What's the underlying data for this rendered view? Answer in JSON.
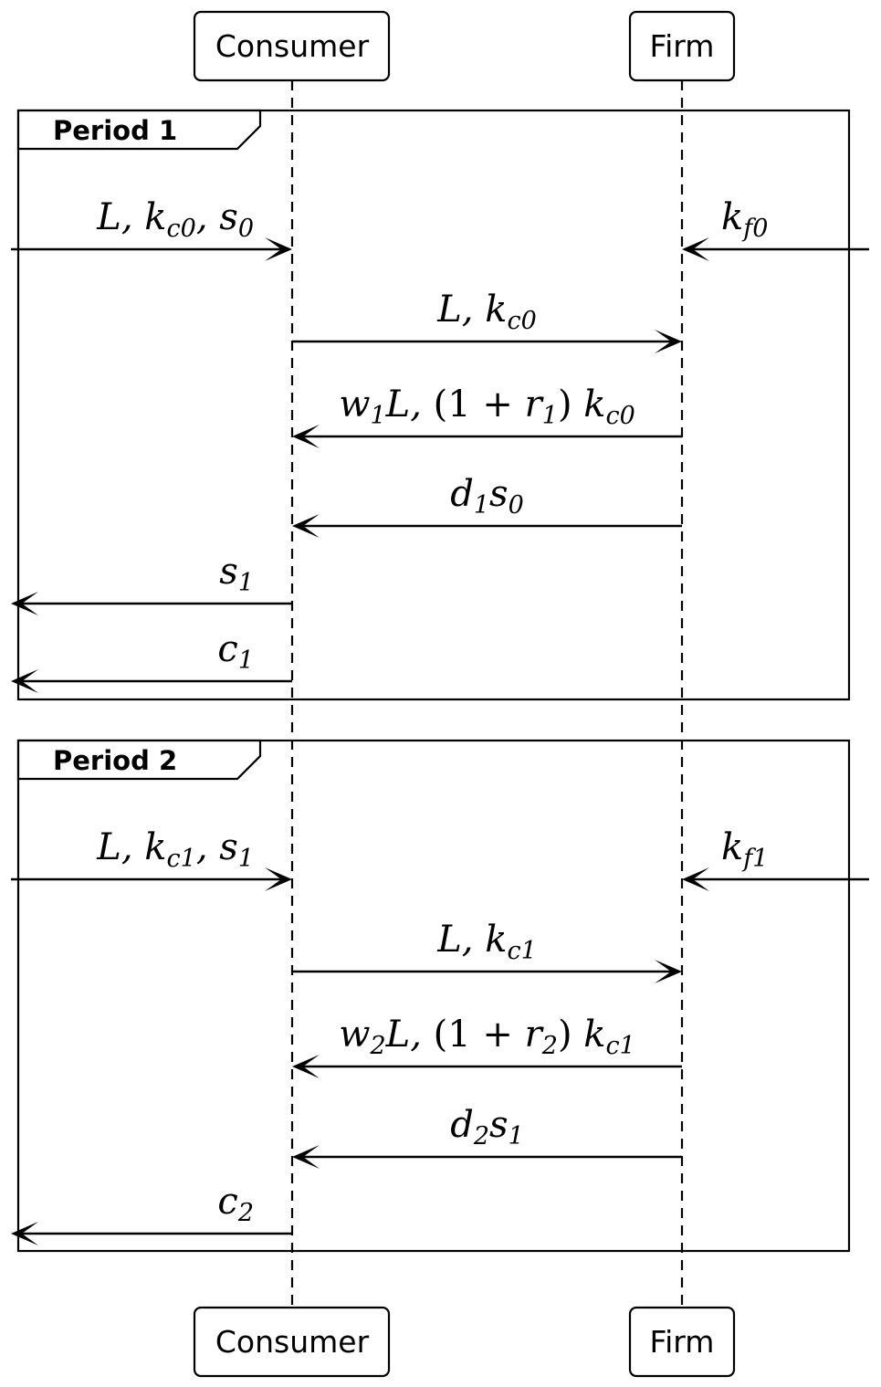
{
  "actors": [
    {
      "id": "consumer",
      "name": "Consumer"
    },
    {
      "id": "firm",
      "name": "Firm"
    }
  ],
  "periods": [
    {
      "label": "Period 1",
      "messages": [
        {
          "from": "outside-left",
          "to": "consumer",
          "label": [
            {
              "t": "L, k"
            },
            {
              "s": "c0"
            },
            {
              "t": ", s"
            },
            {
              "s": "0"
            }
          ]
        },
        {
          "from": "outside-right",
          "to": "firm",
          "label": [
            {
              "t": "k"
            },
            {
              "s": "f0"
            }
          ]
        },
        {
          "from": "consumer",
          "to": "firm",
          "label": [
            {
              "t": "L, k"
            },
            {
              "s": "c0"
            }
          ]
        },
        {
          "from": "firm",
          "to": "consumer",
          "label": [
            {
              "t": "w"
            },
            {
              "s": "1"
            },
            {
              "t": "L, "
            },
            {
              "u": "(1 + "
            },
            {
              "t": "r"
            },
            {
              "s": "1"
            },
            {
              "u": ")"
            },
            {
              "t": " k"
            },
            {
              "s": "c0"
            }
          ]
        },
        {
          "from": "firm",
          "to": "consumer",
          "label": [
            {
              "t": "d"
            },
            {
              "s": "1"
            },
            {
              "t": "s"
            },
            {
              "s": "0"
            }
          ]
        },
        {
          "from": "consumer",
          "to": "outside-left",
          "label": [
            {
              "t": "s"
            },
            {
              "s": "1"
            }
          ]
        },
        {
          "from": "consumer",
          "to": "outside-left",
          "label": [
            {
              "t": "c"
            },
            {
              "s": "1"
            }
          ]
        }
      ]
    },
    {
      "label": "Period 2",
      "messages": [
        {
          "from": "outside-left",
          "to": "consumer",
          "label": [
            {
              "t": "L, k"
            },
            {
              "s": "c1"
            },
            {
              "t": ", s"
            },
            {
              "s": "1"
            }
          ]
        },
        {
          "from": "outside-right",
          "to": "firm",
          "label": [
            {
              "t": "k"
            },
            {
              "s": "f1"
            }
          ]
        },
        {
          "from": "consumer",
          "to": "firm",
          "label": [
            {
              "t": "L, k"
            },
            {
              "s": "c1"
            }
          ]
        },
        {
          "from": "firm",
          "to": "consumer",
          "label": [
            {
              "t": "w"
            },
            {
              "s": "2"
            },
            {
              "t": "L, "
            },
            {
              "u": "(1 + "
            },
            {
              "t": "r"
            },
            {
              "s": "2"
            },
            {
              "u": ")"
            },
            {
              "t": " k"
            },
            {
              "s": "c1"
            }
          ]
        },
        {
          "from": "firm",
          "to": "consumer",
          "label": [
            {
              "t": "d"
            },
            {
              "s": "2"
            },
            {
              "t": "s"
            },
            {
              "s": "1"
            }
          ]
        },
        {
          "from": "consumer",
          "to": "outside-left",
          "label": [
            {
              "t": "c"
            },
            {
              "s": "2"
            }
          ]
        }
      ]
    }
  ]
}
